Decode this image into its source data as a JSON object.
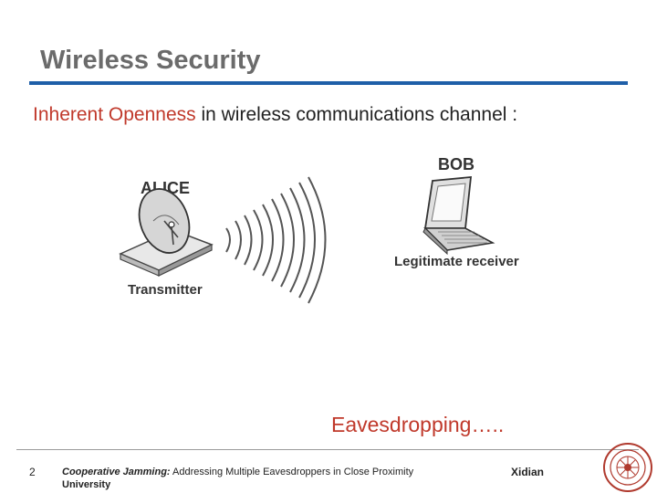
{
  "slide": {
    "title": "Wireless Security",
    "subtitle_highlight": "Inherent Openness",
    "subtitle_rest": " in wireless communications channel :",
    "caption": "Eavesdropping…..",
    "page_number": "2"
  },
  "diagram": {
    "alice_label": "ALICE",
    "bob_label": "BOB",
    "transmitter_label": "Transmitter",
    "receiver_label": "Legitimate receiver",
    "icons": [
      "satellite-dish-icon",
      "laptop-icon",
      "radio-waves-icon"
    ]
  },
  "footer": {
    "text_bold": "Cooperative Jamming:",
    "text_rest": "  Addressing Multiple Eavesdroppers in Close Proximity",
    "text_line2": "University",
    "organization": "Xidian"
  },
  "colors": {
    "accent": "#c0392b",
    "rule": "#1f5fa8",
    "title": "#6b6b6b"
  }
}
